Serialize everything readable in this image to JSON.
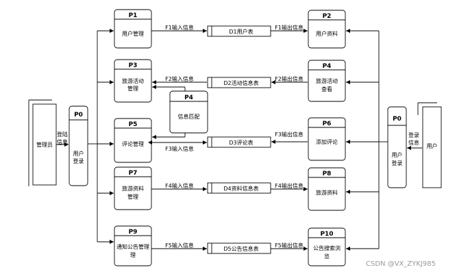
{
  "processes": {
    "p0_left": {
      "id": "P0",
      "name": [
        "用户",
        "登录"
      ]
    },
    "p0_right": {
      "id": "P0",
      "name": [
        "用户",
        "登录"
      ]
    },
    "p1": {
      "id": "P1",
      "name": [
        "用户管理"
      ]
    },
    "p2": {
      "id": "P2",
      "name": [
        "用户资料"
      ]
    },
    "p3": {
      "id": "P3",
      "name": [
        "旅游活动",
        "管理"
      ]
    },
    "p4a": {
      "id": "P4",
      "name": [
        "旅游活动",
        "查看"
      ]
    },
    "p4b": {
      "id": "P4",
      "name": [
        "信息匹配"
      ]
    },
    "p5": {
      "id": "P5",
      "name": [
        "评论管理"
      ]
    },
    "p6": {
      "id": "P6",
      "name": [
        "添加评论"
      ]
    },
    "p7": {
      "id": "P7",
      "name": [
        "旅游资料",
        "管理"
      ]
    },
    "p8": {
      "id": "P8",
      "name": [
        "旅游资料"
      ]
    },
    "p9": {
      "id": "P9",
      "name": [
        "通知公告管理",
        "理"
      ]
    },
    "p10": {
      "id": "P10",
      "name": [
        "公告搜索浏",
        "览"
      ]
    }
  },
  "stores": {
    "d1": "D1用户表",
    "d2": "D2活动信息表",
    "d3": "D3评论表",
    "d4": "D4资料信息表",
    "d5": "D5公告信息表"
  },
  "entities": {
    "admin": "管理员",
    "user": "用户"
  },
  "flows": {
    "f1_in": "F1输入信息",
    "f1_out": "F1输出信息",
    "f2_in": "F2输入信息",
    "f2_out": "F2输出信息",
    "f3_in": "F3输入信息",
    "f3_out": "F3输出信息",
    "f4_in": "F4输入信息",
    "f4_out": "F4输出信息",
    "f5_in": "F5输入信息",
    "f5_out": "F5输出信息",
    "login_left": [
      "登陆",
      "信息"
    ],
    "login_right": [
      "登录",
      "信息"
    ]
  },
  "watermark": "CSDN @VX_ZYKJ985"
}
